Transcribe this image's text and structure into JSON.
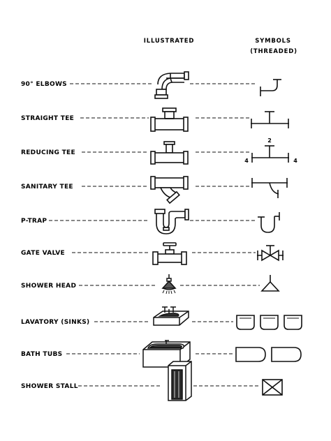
{
  "headers": {
    "illustrated": "ILLUSTRATED",
    "symbols_line1": "SYMBOLS",
    "symbols_line2": "(THREADED)"
  },
  "rows": [
    {
      "key": "elbow",
      "label": "90° ELBOWS"
    },
    {
      "key": "tee",
      "label": "STRAIGHT TEE"
    },
    {
      "key": "reducing",
      "label": "REDUCING TEE"
    },
    {
      "key": "sanitary",
      "label": "SANITARY TEE"
    },
    {
      "key": "ptrap",
      "label": "P-TRAP"
    },
    {
      "key": "valve",
      "label": "GATE VALVE"
    },
    {
      "key": "shower",
      "label": "SHOWER HEAD"
    },
    {
      "key": "lavatory",
      "label": "LAVATORY (SINKS)"
    },
    {
      "key": "bathtub",
      "label": "BATH TUBS"
    },
    {
      "key": "stall",
      "label": "SHOWER STALL"
    }
  ],
  "reducing_tee_numbers": {
    "top": "2",
    "left": "4",
    "right": "4"
  }
}
